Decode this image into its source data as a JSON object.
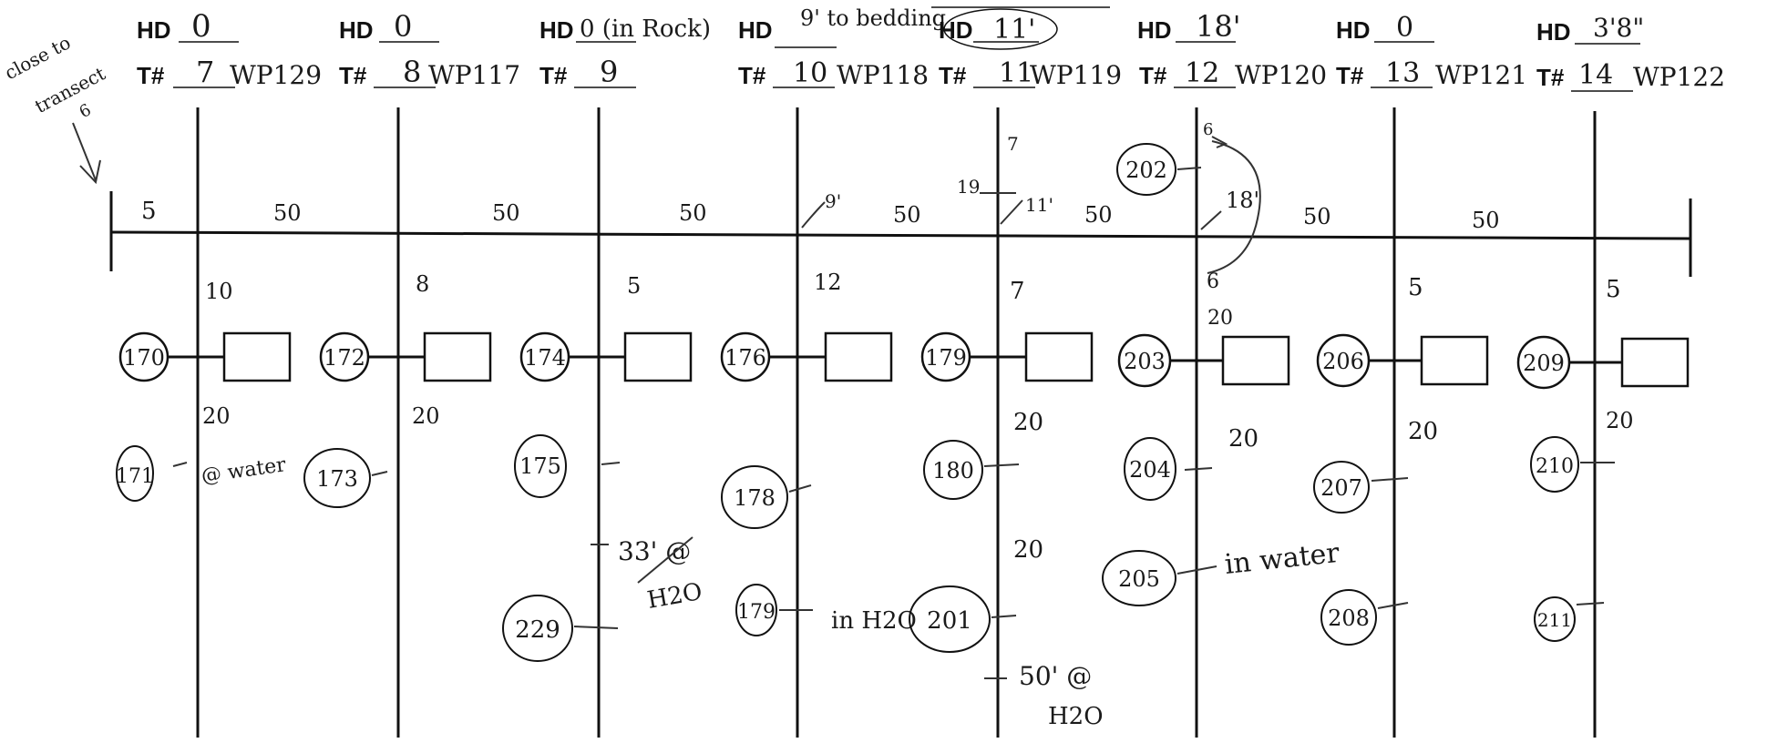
{
  "note": {
    "lines": [
      "close to",
      "transect",
      "6"
    ]
  },
  "header_labels": {
    "hd": "HD",
    "t": "T#"
  },
  "transects": [
    {
      "hd": "0",
      "t": "7",
      "wp": "WP129",
      "near": "10",
      "far": "20",
      "node": "170",
      "stations": [
        {
          "id": "171",
          "note": "@ water"
        }
      ]
    },
    {
      "hd": "0",
      "t": "8",
      "wp": "WP117",
      "near": "8",
      "far": "20",
      "node": "172",
      "stations": [
        {
          "id": "173",
          "note": ""
        }
      ]
    },
    {
      "hd": "0 (in Rock)",
      "t": "9",
      "wp": "",
      "near": "5",
      "far": "",
      "node": "174",
      "stations": [
        {
          "id": "175",
          "note": ""
        },
        {
          "id": "229",
          "note": ""
        }
      ]
    },
    {
      "hd": "9' to bedding",
      "t": "10",
      "wp": "WP118",
      "near": "12",
      "far": "",
      "node": "176",
      "stations": [
        {
          "id": "178",
          "note": ""
        },
        {
          "id": "179",
          "note": "in H2O"
        }
      ]
    },
    {
      "hd": "11'",
      "t": "11",
      "wp": "WP119",
      "near": "7",
      "far": "20",
      "node": "179",
      "stations": [
        {
          "id": "180",
          "note": ""
        },
        {
          "id": "201",
          "note": ""
        }
      ]
    },
    {
      "hd": "18'",
      "t": "12",
      "wp": "WP120",
      "near": "6",
      "far": "20",
      "node": "203",
      "stations": [
        {
          "id": "204",
          "note": ""
        },
        {
          "id": "205",
          "note": "in water"
        }
      ]
    },
    {
      "hd": "0",
      "t": "13",
      "wp": "WP121",
      "near": "5",
      "far": "20",
      "node": "206",
      "stations": [
        {
          "id": "207",
          "note": ""
        },
        {
          "id": "208",
          "note": ""
        }
      ]
    },
    {
      "hd": "3'8\"",
      "t": "14",
      "wp": "WP122",
      "near": "5",
      "far": "20",
      "node": "209",
      "stations": [
        {
          "id": "210",
          "note": ""
        },
        {
          "id": "211",
          "note": ""
        }
      ]
    }
  ],
  "baseline": {
    "start": "5",
    "spacing": [
      "50",
      "50",
      "50",
      "50",
      "50",
      "50",
      "50"
    ]
  },
  "extras": {
    "top_circle": "202",
    "top_circle_near": "6",
    "depth_18": "18'",
    "mark_7": "7",
    "mark_19": "19",
    "mark_11": "11'",
    "mark_9": "9'",
    "mark_6": "6",
    "far_201": "20",
    "water_33a": "33' @",
    "water_33b": "H2O",
    "water_50a": "50' @",
    "water_50b": "H2O"
  }
}
